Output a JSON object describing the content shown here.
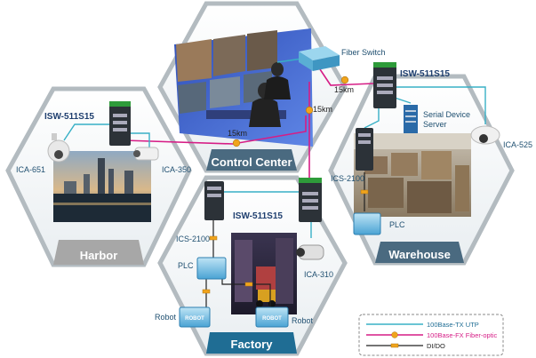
{
  "zones": {
    "control_center": "Control Center",
    "harbor": "Harbor",
    "warehouse": "Warehouse",
    "factory": "Factory"
  },
  "devices": {
    "fiber_switch": "Fiber Switch",
    "isw_harbor": "ISW-511S15",
    "isw_warehouse": "ISW-511S15",
    "isw_factory": "ISW-511S15",
    "ica_651": "ICA-651",
    "ica_350": "ICA-350",
    "ica_525": "ICA-525",
    "ica_310": "ICA-310",
    "ics_2100_warehouse": "ICS-2100",
    "ics_2100_factory": "ICS-2100",
    "serial_server_line1": "Serial Device",
    "serial_server_line2": "Server",
    "plc_warehouse": "PLC",
    "plc_factory": "PLC",
    "robot_left": "Robot",
    "robot_right": "Robot",
    "robot_box_1": "ROBOT",
    "robot_box_2": "ROBOT"
  },
  "distances": {
    "d1": "15km",
    "d2": "15km",
    "d3": "15km"
  },
  "legend": {
    "utp": "100Base-TX UTP",
    "fiber": "100Base-FX Fiber-optic",
    "dido": "DI/DO"
  },
  "colors": {
    "hex_border": "#9aa4aa",
    "hex_fill": "#ffffff",
    "label_dark": "#4a6a80",
    "label_gray": "#a7a7a7",
    "factory_bar": "#1f6d94",
    "utp_line": "#38b0c6",
    "fiber_line": "#d61d86",
    "dido_line": "#222222",
    "badge": "#f0a41c",
    "switch_dark": "#2c3238",
    "switch_green": "#2e9b3a"
  }
}
